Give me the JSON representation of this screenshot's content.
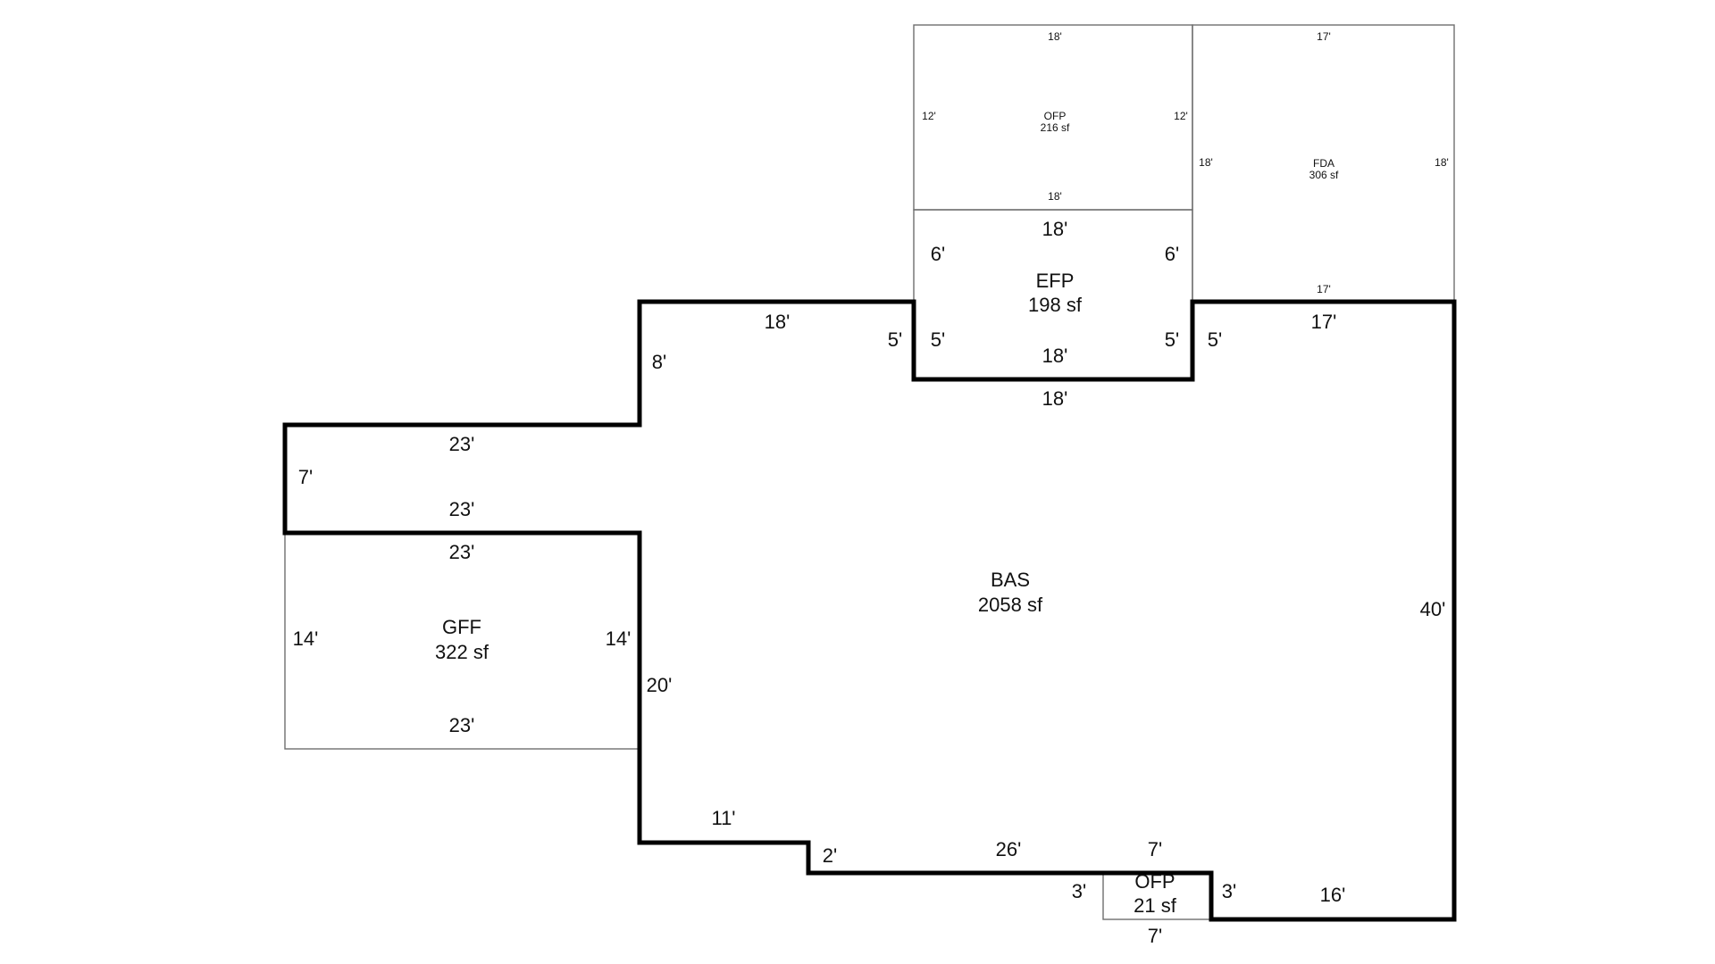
{
  "areas": {
    "bas": {
      "code": "BAS",
      "area": "2058 sf"
    },
    "gff": {
      "code": "GFF",
      "area": "322 sf"
    },
    "efp": {
      "code": "EFP",
      "area": "198 sf"
    },
    "ofp_top": {
      "code": "OFP",
      "area": "216 sf"
    },
    "fda": {
      "code": "FDA",
      "area": "306 sf"
    },
    "ofp_bottom": {
      "code": "OFP",
      "area": "21 sf"
    }
  },
  "dims": {
    "bas_top_left": "18'",
    "bas_step_left": "8'",
    "bas_step_top": "23'",
    "bas_left_end": "7'",
    "bas_left_bottom": "23'",
    "bas_left_lower": "20'",
    "bas_bottom_left": "11'",
    "bas_bottom_step": "2'",
    "bas_bottom_mid": "26'",
    "bas_bottom_right": "16'",
    "bas_right": "40'",
    "bas_top_right": "17'",
    "bas_notch_left": "5'",
    "bas_notch_right": "5'",
    "bas_notch_bottom": "18'",
    "efp_top": "18'",
    "efp_left": "6'",
    "efp_right": "6'",
    "efp_bottom": "18'",
    "efp_left_lower": "5'",
    "efp_right_lower": "5'",
    "gff_top": "23'",
    "gff_left": "14'",
    "gff_right": "14'",
    "gff_bottom": "23'",
    "ofp_top_top": "18'",
    "ofp_top_left": "12'",
    "ofp_top_right": "12'",
    "ofp_top_bottom": "18'",
    "fda_top": "17'",
    "fda_left": "18'",
    "fda_right": "18'",
    "fda_bottom": "17'",
    "ofp_bottom_top": "7'",
    "ofp_bottom_left": "3'",
    "ofp_bottom_right": "3'",
    "ofp_bottom_bottom": "7'"
  }
}
